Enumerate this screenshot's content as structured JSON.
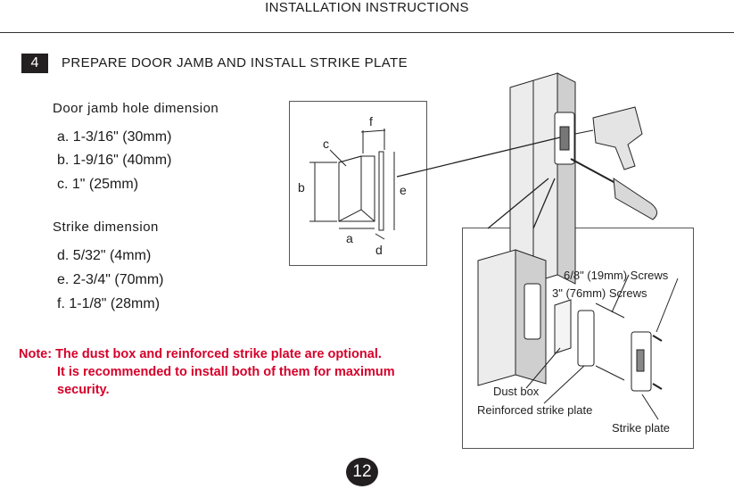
{
  "header": {
    "title": "INSTALLATION INSTRUCTIONS"
  },
  "step": {
    "number": "4",
    "title": "PREPARE DOOR JAMB AND INSTALL STRIKE PLATE"
  },
  "jamb_hole": {
    "heading": "Door jamb hole dimension",
    "items": [
      "a. 1-3/16\" (30mm)",
      "b. 1-9/16\" (40mm)",
      "c. 1\" (25mm)"
    ]
  },
  "strike": {
    "heading": "Strike dimension",
    "items": [
      "d. 5/32\" (4mm)",
      "e. 2-3/4\" (70mm)",
      "f.  1-1/8\" (28mm)"
    ]
  },
  "note": {
    "line1": "Note: The dust box and reinforced strike plate are optional.",
    "line2": "It is recommended to install both of them for maximum",
    "line3": "security.",
    "color": "#d6002a"
  },
  "dimension_labels": {
    "a": "a",
    "b": "b",
    "c": "c",
    "d": "d",
    "e": "e",
    "f": "f"
  },
  "exploded": {
    "screws_short": "6/8\" (19mm) Screws",
    "screws_long": "3\" (76mm) Screws",
    "dust_box": "Dust box",
    "reinforced": "Reinforced strike plate",
    "strike_plate": "Strike plate"
  },
  "footer": {
    "page_number": "12"
  }
}
